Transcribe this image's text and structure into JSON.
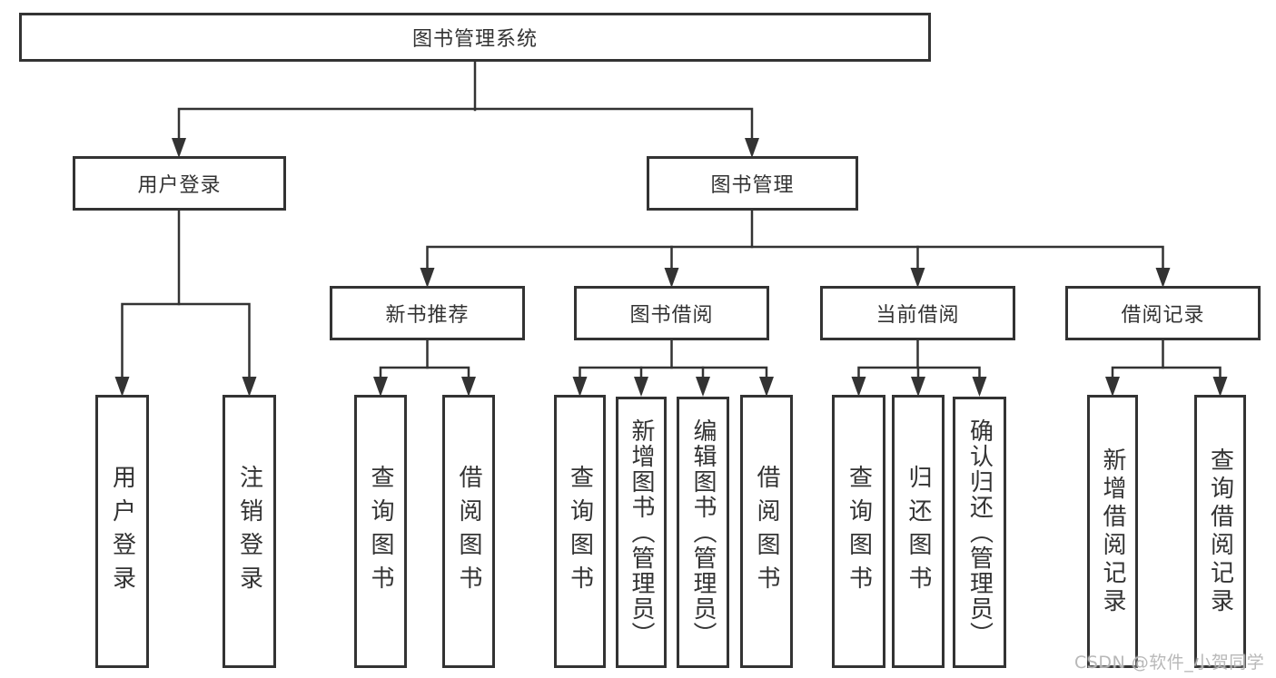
{
  "diagram": {
    "root": {
      "label": "图书管理系统"
    },
    "level2": [
      {
        "label": "用户登录"
      },
      {
        "label": "图书管理"
      }
    ],
    "level3": [
      {
        "label": "新书推荐"
      },
      {
        "label": "图书借阅"
      },
      {
        "label": "当前借阅"
      },
      {
        "label": "借阅记录"
      }
    ],
    "leaves": {
      "user_login": [
        {
          "label": "用户登录"
        },
        {
          "label": "注销登录"
        }
      ],
      "new_book": [
        {
          "label": "查询图书"
        },
        {
          "label": "借阅图书"
        }
      ],
      "book_borrow": [
        {
          "label": "查询图书"
        },
        {
          "label": "新增图书（管理员）"
        },
        {
          "label": "编辑图书（管理员）"
        },
        {
          "label": "借阅图书"
        }
      ],
      "current_borrow": [
        {
          "label": "查询图书"
        },
        {
          "label": "归还图书"
        },
        {
          "label": "确认归还（管理员）"
        }
      ],
      "borrow_record": [
        {
          "label": "新增借阅记录"
        },
        {
          "label": "查询借阅记录"
        }
      ]
    }
  },
  "watermark": {
    "text": "CSDN @软件_小贺同学"
  },
  "colors": {
    "line": "#333333",
    "text": "#333333",
    "background": "#ffffff",
    "watermark": "#b2b2b2"
  }
}
